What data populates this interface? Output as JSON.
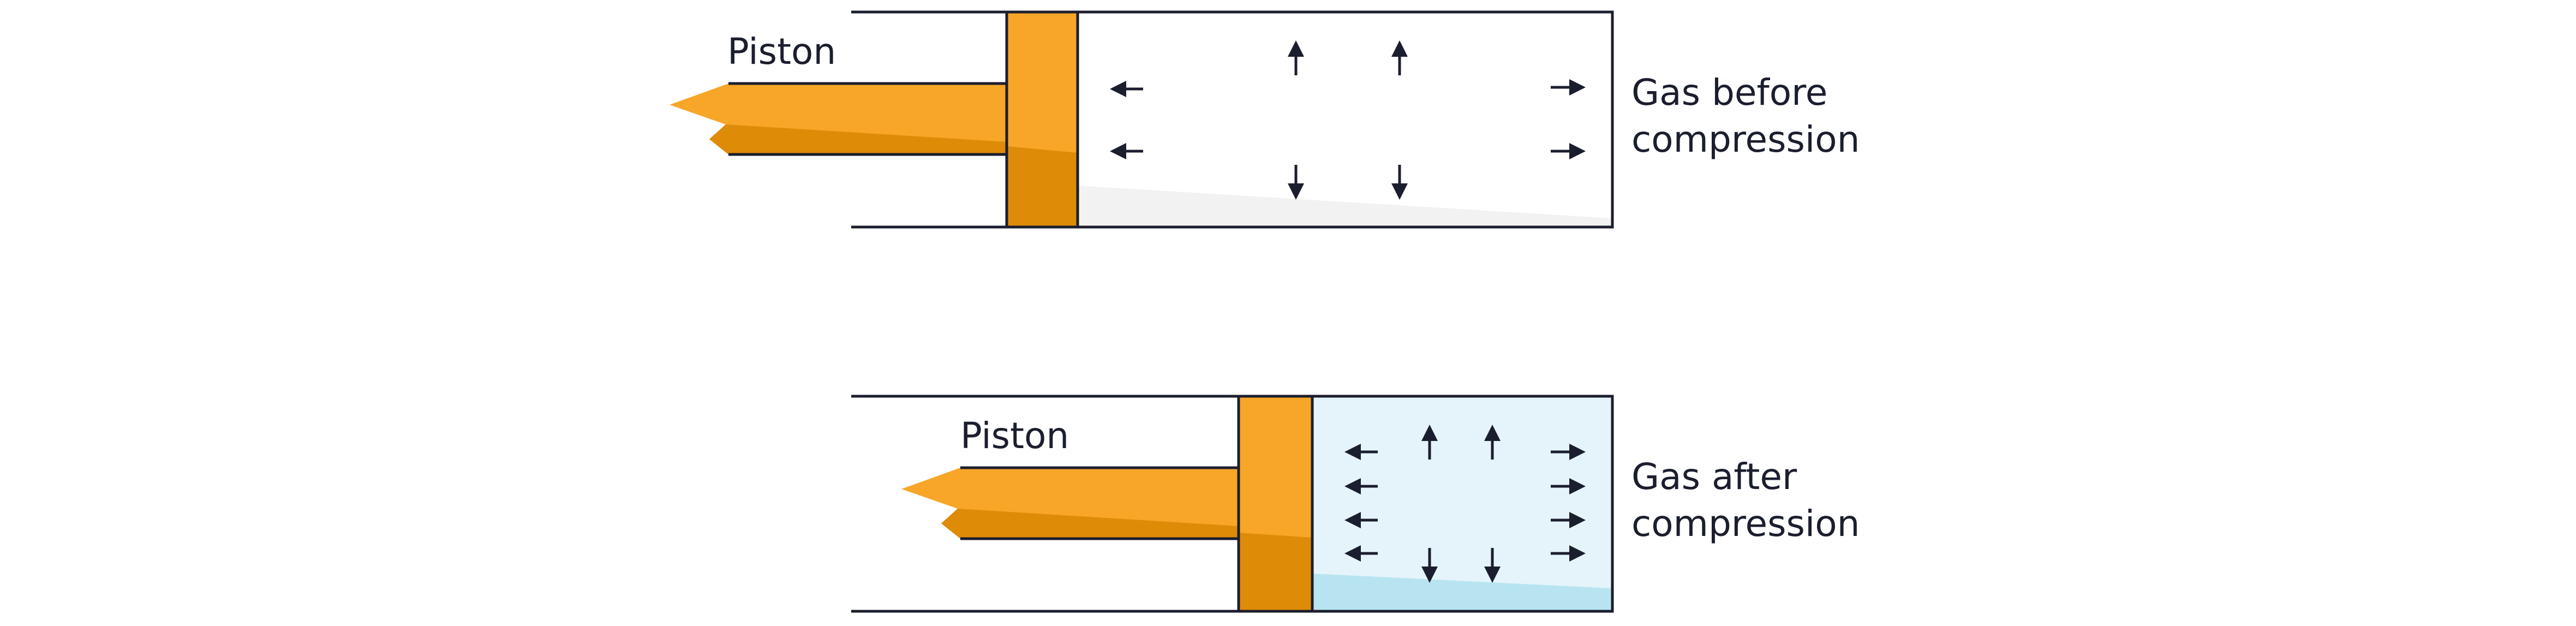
{
  "diagram": {
    "top": {
      "piston_label": "Piston",
      "gas_label_line1": "Gas before",
      "gas_label_line2": "compression"
    },
    "bottom": {
      "piston_label": "Piston",
      "gas_label_line1": "Gas after",
      "gas_label_line2": "compression"
    }
  },
  "colors": {
    "piston_light": "#F8A627",
    "piston_dark": "#DE8B08",
    "gas_before": "#FFFFFF",
    "gas_before_shade": "#F2F2F2",
    "gas_after": "#E4F4FA",
    "gas_after_shade": "#B8E4F1",
    "outline": "#1B1E2E",
    "arrow": "#1B1E2E"
  }
}
